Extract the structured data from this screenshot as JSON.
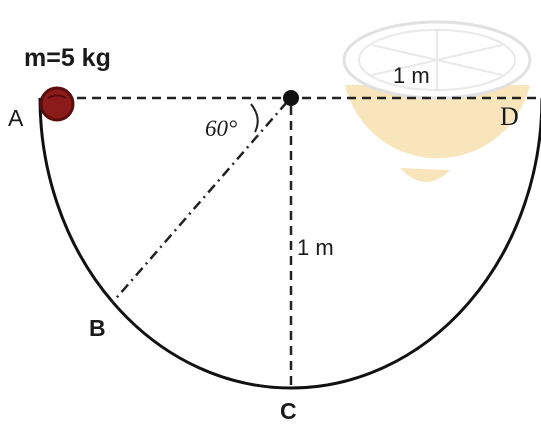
{
  "mass_label": "m=5 kg",
  "points": {
    "a": "A",
    "b": "B",
    "c": "C",
    "d": "D"
  },
  "radius_horizontal_label": "1 m",
  "radius_vertical_label": "1 m",
  "angle_label": "60°",
  "colors": {
    "ball_fill": "#8b1a1a",
    "ball_stroke": "#5a0d0d",
    "track": "#111111",
    "dashed_lines": "#222222",
    "watermark_fill": "#f7d9a0",
    "watermark_stroke": "#e0e0e0"
  },
  "watermark": {
    "description_icon": "lemon-half-icon"
  }
}
